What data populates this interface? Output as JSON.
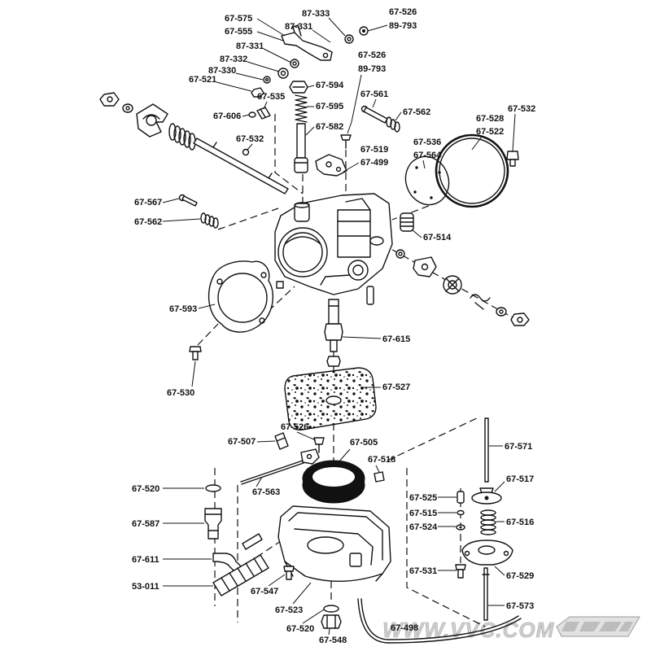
{
  "diagram": {
    "callouts": [
      "67-575",
      "67-555",
      "87-333",
      "87-331",
      "67-526",
      "89-793",
      "87-331",
      "87-332",
      "87-330",
      "67-521",
      "67-526",
      "89-793",
      "67-594",
      "67-535",
      "67-561",
      "67-595",
      "67-606",
      "67-562",
      "67-532",
      "67-528",
      "67-522",
      "67-582",
      "67-536",
      "67-564",
      "67-532",
      "67-519",
      "67-499",
      "67-567",
      "67-562",
      "67-514",
      "67-593",
      "67-615",
      "67-530",
      "67-527",
      "67-526",
      "67-507",
      "67-505",
      "67-571",
      "67-518",
      "67-520",
      "67-563",
      "67-517",
      "67-525",
      "67-515",
      "67-516",
      "67-524",
      "67-587",
      "67-611",
      "67-531",
      "67-529",
      "53-011",
      "67-547",
      "67-523",
      "67-573",
      "67-520",
      "67-548",
      "67-498"
    ]
  },
  "watermark": "WWW.VVC.COM",
  "colors": {
    "ink": "#111111",
    "watermark": "#cfcfcf"
  },
  "icons": {
    "brand_logo": "vtwin-badge-icon"
  }
}
